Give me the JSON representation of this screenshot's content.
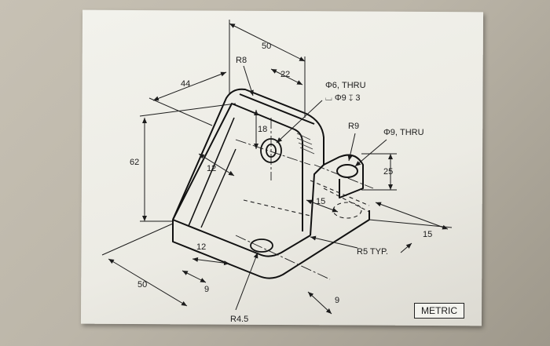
{
  "dimensions": {
    "d50_top": "50",
    "d22": "22",
    "r8": "R8",
    "d44": "44",
    "d62": "62",
    "d18": "18",
    "d12_upper": "12",
    "d12_lower": "12",
    "d15_upper": "15",
    "d15_right": "15",
    "d25": "25",
    "d50_left": "50",
    "d9_left": "9",
    "d9_bottom": "9",
    "r9": "R9",
    "r45": "R4.5",
    "r5typ": "R5 TYP."
  },
  "notes": {
    "hole_line1": "Φ6, THRU",
    "hole_line2": "⌴ Φ9 ↧ 3",
    "hole_right": "Φ9, THRU"
  },
  "metric_label": "METRIC"
}
